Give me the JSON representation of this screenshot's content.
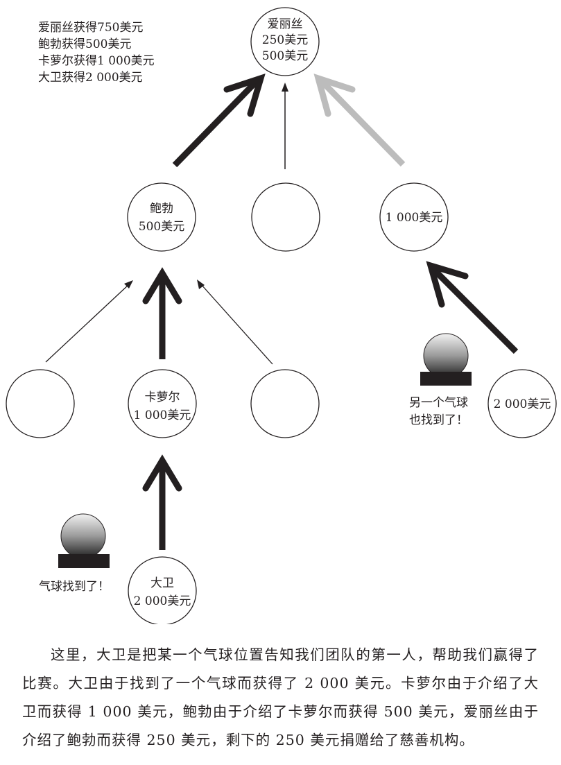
{
  "legend": {
    "lines": [
      "爱丽丝获得750美元",
      "鲍勃获得500美元",
      "卡萝尔获得1 000美元",
      "大卫获得2 000美元"
    ]
  },
  "nodes": {
    "alice": {
      "line1": "爱丽丝",
      "line2": "250美元",
      "line3": "500美元"
    },
    "bob": {
      "line1": "鲍勃",
      "line2": "500美元"
    },
    "mid_empty": {},
    "mid_right": {
      "line1": "1 000美元"
    },
    "left_empty": {},
    "carol": {
      "line1": "卡萝尔",
      "line2": "1 000美元"
    },
    "right_empty": {},
    "far_right": {
      "line1": "2 000美元"
    },
    "david": {
      "line1": "大卫",
      "line2": "2 000美元"
    }
  },
  "captions": {
    "balloon1": "气球找到了！",
    "balloon2_line1": "另一个气球",
    "balloon2_line2": "也找到了！"
  },
  "colors": {
    "ink": "#231f20",
    "gray_arrow": "#bcbcbc"
  },
  "paragraph": "这里，大卫是把某一个气球位置告知我们团队的第一人，帮助我们赢得了比赛。大卫由于找到了一个气球而获得了 2 000 美元。卡萝尔由于介绍了大卫而获得 1 000 美元，鲍勃由于介绍了卡萝尔而获得 500 美元，爱丽丝由于介绍了鲍勃而获得 250 美元，剩下的 250 美元捐赠给了慈善机构。"
}
